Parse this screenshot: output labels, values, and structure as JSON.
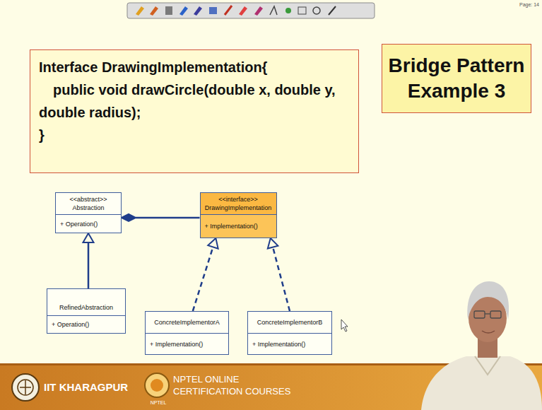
{
  "diagram": {
    "title": "Bridge Pattern Example 3",
    "nodes": [
      {
        "text": [
          "Interface DrawingImplementation{",
          "public void drawCircle(double x, double y, double radius);",
          "}"
        ]
      },
      {
        "text": [
          "<<abstract>>",
          "Abstraction",
          "+ Operation()"
        ]
      },
      {
        "text": [
          "<<interface>>",
          "DrawingImplementation",
          "+ Implementation()"
        ]
      },
      {
        "text": [
          "RefinedAbstraction",
          "+ Operation()"
        ]
      },
      {
        "text": [
          "ConcreteImplementorA",
          "+ Implementation()"
        ]
      },
      {
        "text": [
          "ConcreteImplementorB",
          "+ Implementation()"
        ]
      }
    ],
    "edges": [
      {
        "from": 2,
        "to": 1,
        "arrow": "to"
      },
      {
        "from": 3,
        "to": 1,
        "arrow": "to"
      },
      {
        "from": 4,
        "to": 2,
        "arrow": "to"
      },
      {
        "from": 5,
        "to": 2,
        "arrow": "to"
      }
    ],
    "labels": [
      "Page: 14",
      "IIT KHARAGPUR",
      "NPTEL ONLINE CERTIFICATION COURSES",
      "NPTEL"
    ]
  }
}
